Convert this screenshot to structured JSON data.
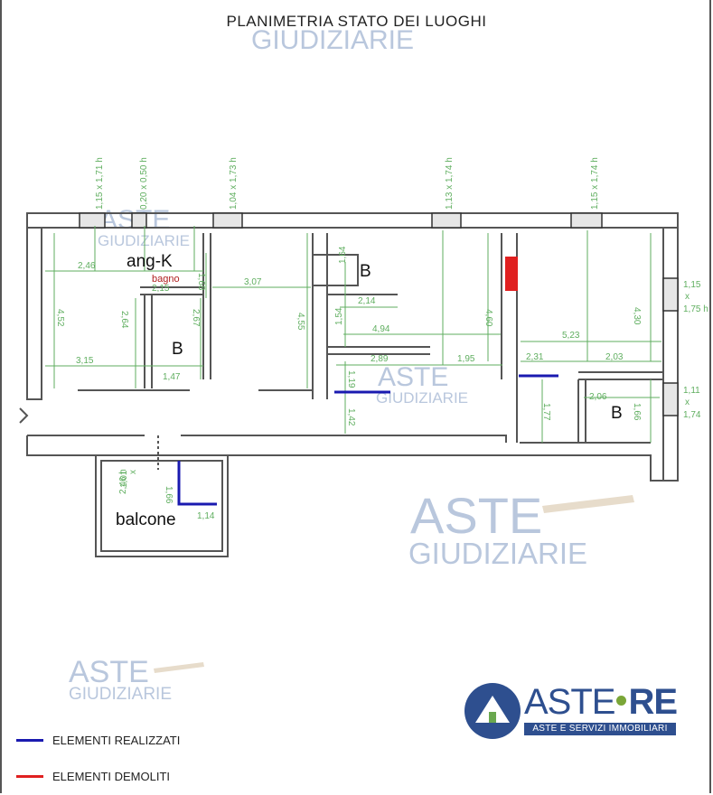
{
  "title": "PLANIMETRIA STATO DEI LUOGHI",
  "watermark": {
    "line1": "ASTE",
    "line2": "GIUDIZIARIE"
  },
  "rooms": {
    "ang_k": "ang-K",
    "bagno": "bagno",
    "bath_1": "B",
    "bath_2": "B",
    "bath_3": "B",
    "balcone": "balcone"
  },
  "window_labels": {
    "w1": "1,15 x 1,71 h",
    "w2": "0,20 x 0,50 h",
    "w3": "1,04 x 1,73 h",
    "w4": "1,13 x 1,74 h",
    "w5": "1,15 x 1,74 h",
    "w6_a": "1,15",
    "w6_b": "x",
    "w6_c": "1,75 h",
    "w7_a": "1,11",
    "w7_b": "x",
    "w7_c": "1,74",
    "w8_a": "1,01",
    "w8_b": "x",
    "w8_c": "2,46 h"
  },
  "dimensions": {
    "d_246": "2,46",
    "d_215": "2,15",
    "d_168": "1,68",
    "d_307": "3,07",
    "d_452": "4,52",
    "d_264": "2,64",
    "d_267": "2,67",
    "d_455": "4,55",
    "d_315": "3,15",
    "d_147": "1,47",
    "d_164": "1,64",
    "d_214": "2,14",
    "d_154": "1,54",
    "d_494": "4,94",
    "d_460": "4,60",
    "d_289": "2,89",
    "d_195": "1,95",
    "d_119": "1,19",
    "d_142": "1,42",
    "d_523": "5,23",
    "d_430": "4,30",
    "d_231": "2,31",
    "d_203": "2,03",
    "d_206": "2,06",
    "d_177": "1,77",
    "d_166": "1,66",
    "d_166b": "1,66",
    "d_114": "1,14"
  },
  "legend": {
    "built": {
      "label": "ELEMENTI REALIZZATI",
      "color": "#1a1ab0"
    },
    "demolished": {
      "label": "ELEMENTI DEMOLITI",
      "color": "#e02020"
    }
  },
  "brand": {
    "name_a": "ASTE",
    "name_b": "RE",
    "tagline": "ASTE E SERVIZI IMMOBILIARI",
    "color": "#2e4f8f"
  },
  "colors": {
    "wall": "#555555",
    "dimension": "#5fae5f",
    "built": "#1a1ab0",
    "demolished": "#e02020"
  }
}
